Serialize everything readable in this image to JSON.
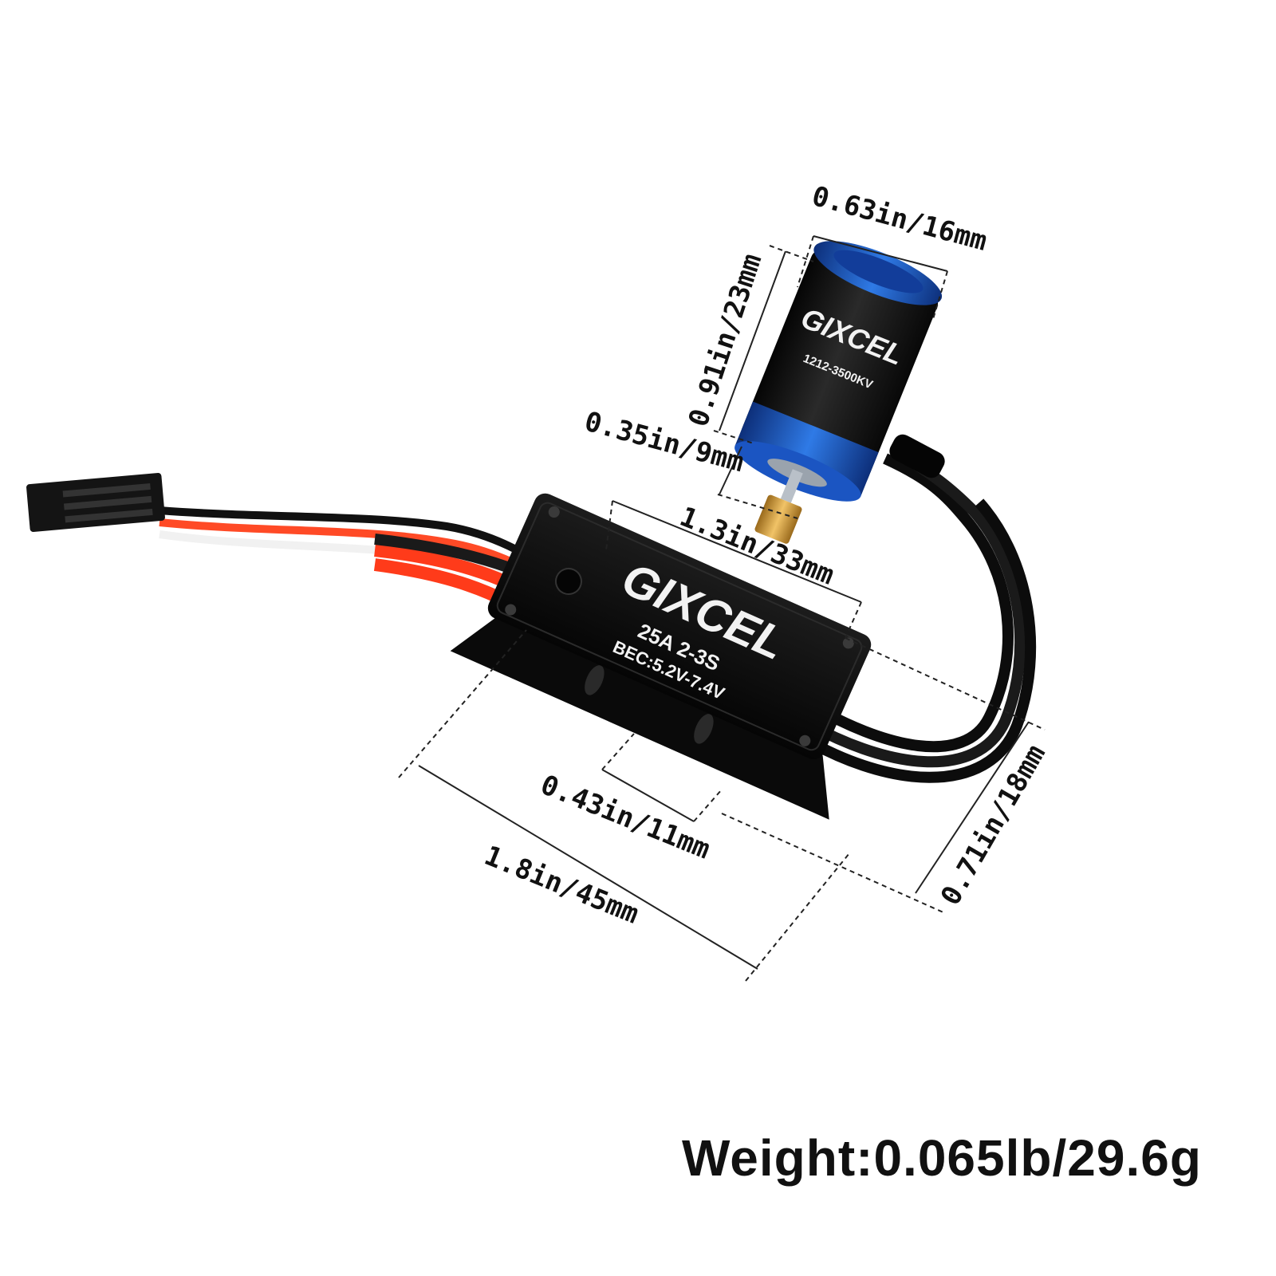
{
  "dimensions": {
    "motor_diameter": "0.63in/16mm",
    "motor_length": "0.91in/23mm",
    "shaft_length": "0.35in/9mm",
    "esc_width": "1.3in/33mm",
    "esc_length": "1.8in/45mm",
    "mount_spacing": "0.43in/11mm",
    "esc_height": "0.71in/18mm"
  },
  "motor": {
    "brand": "GIXCEL",
    "model": "1212-3500KV"
  },
  "esc": {
    "brand": "GIXCEL",
    "rating": "25A 2-3S",
    "bec": "BEC:5.2V-7.4V"
  },
  "weight": "Weight:0.065lb/29.6g",
  "colors": {
    "motor_blue": "#1e5fd0",
    "wire_red": "#ff3b1a",
    "body_black": "#111111",
    "pinion_gold": "#d9a441"
  }
}
